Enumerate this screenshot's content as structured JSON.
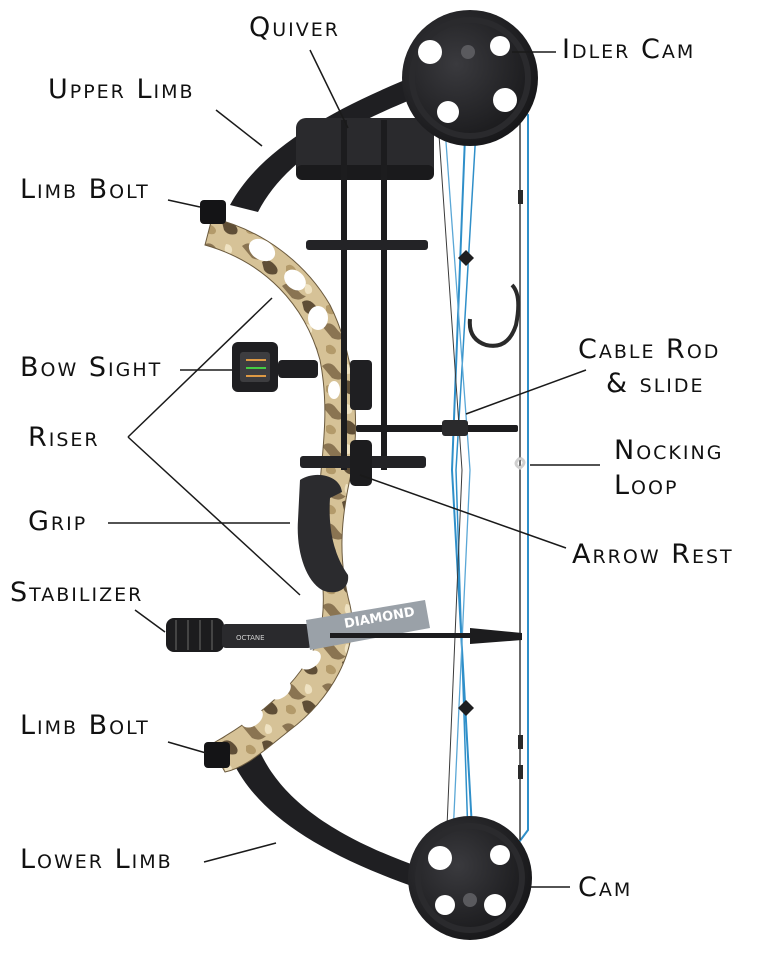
{
  "labels": {
    "quiver": "Quiver",
    "idler_cam": "Idler Cam",
    "upper_limb": "Upper Limb",
    "limb_bolt_top": "Limb Bolt",
    "bow_sight": "Bow Sight",
    "cable_rod_line1": "Cable Rod",
    "cable_rod_line2": "& slide",
    "riser": "Riser",
    "nocking_line1": "Nocking",
    "nocking_line2": "Loop",
    "grip": "Grip",
    "arrow_rest": "Arrow Rest",
    "stabilizer": "Stabilizer",
    "limb_bolt_bottom": "Limb Bolt",
    "lower_limb": "Lower Limb",
    "cam": "Cam"
  },
  "branding": {
    "stabilizer_brand": "DIAMOND",
    "stabilizer_small": "OCTANE"
  },
  "colors": {
    "limb": "#1f1f22",
    "camo_base": "#d8c39a",
    "camo_dark": "#6b5a3e",
    "string_blue": "#2f8fc9",
    "string_dark": "#3a3a3a",
    "leader": "#1a1a1a"
  }
}
